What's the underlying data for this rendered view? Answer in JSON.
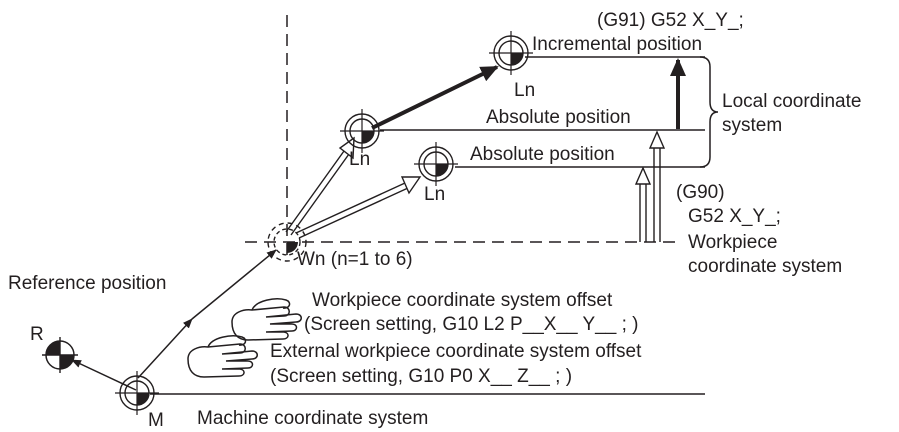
{
  "labels": {
    "g91_command": "(G91) G52 X_Y_;",
    "incremental_position": "Incremental position",
    "ln_1": "Ln",
    "absolute_position_upper": "Absolute position",
    "local_coordinate_line1": "Local coordinate",
    "local_coordinate_line2": "system",
    "absolute_position_lower": "Absolute position",
    "ln_2": "Ln",
    "ln_3": "Ln",
    "g90_line1": "(G90)",
    "g90_line2": "G52 X_Y_;",
    "wn": "Wn (n=1 to 6)",
    "workpiece_cs_line1": "Workpiece",
    "workpiece_cs_line2": "coordinate system",
    "reference_position": "Reference position",
    "wcs_offset_line1": "Workpiece coordinate system offset",
    "wcs_offset_line2": "(Screen setting, G10 L2  P__X__ Y__ ; )",
    "ext_offset_line1": "External workpiece coordinate system offset",
    "ext_offset_line2": "(Screen setting, G10 P0 X__ Z__ ; )",
    "r": "R",
    "m": "M",
    "machine_cs": "Machine coordinate system"
  },
  "colors": {
    "ink": "#231f20",
    "background": "#ffffff"
  }
}
